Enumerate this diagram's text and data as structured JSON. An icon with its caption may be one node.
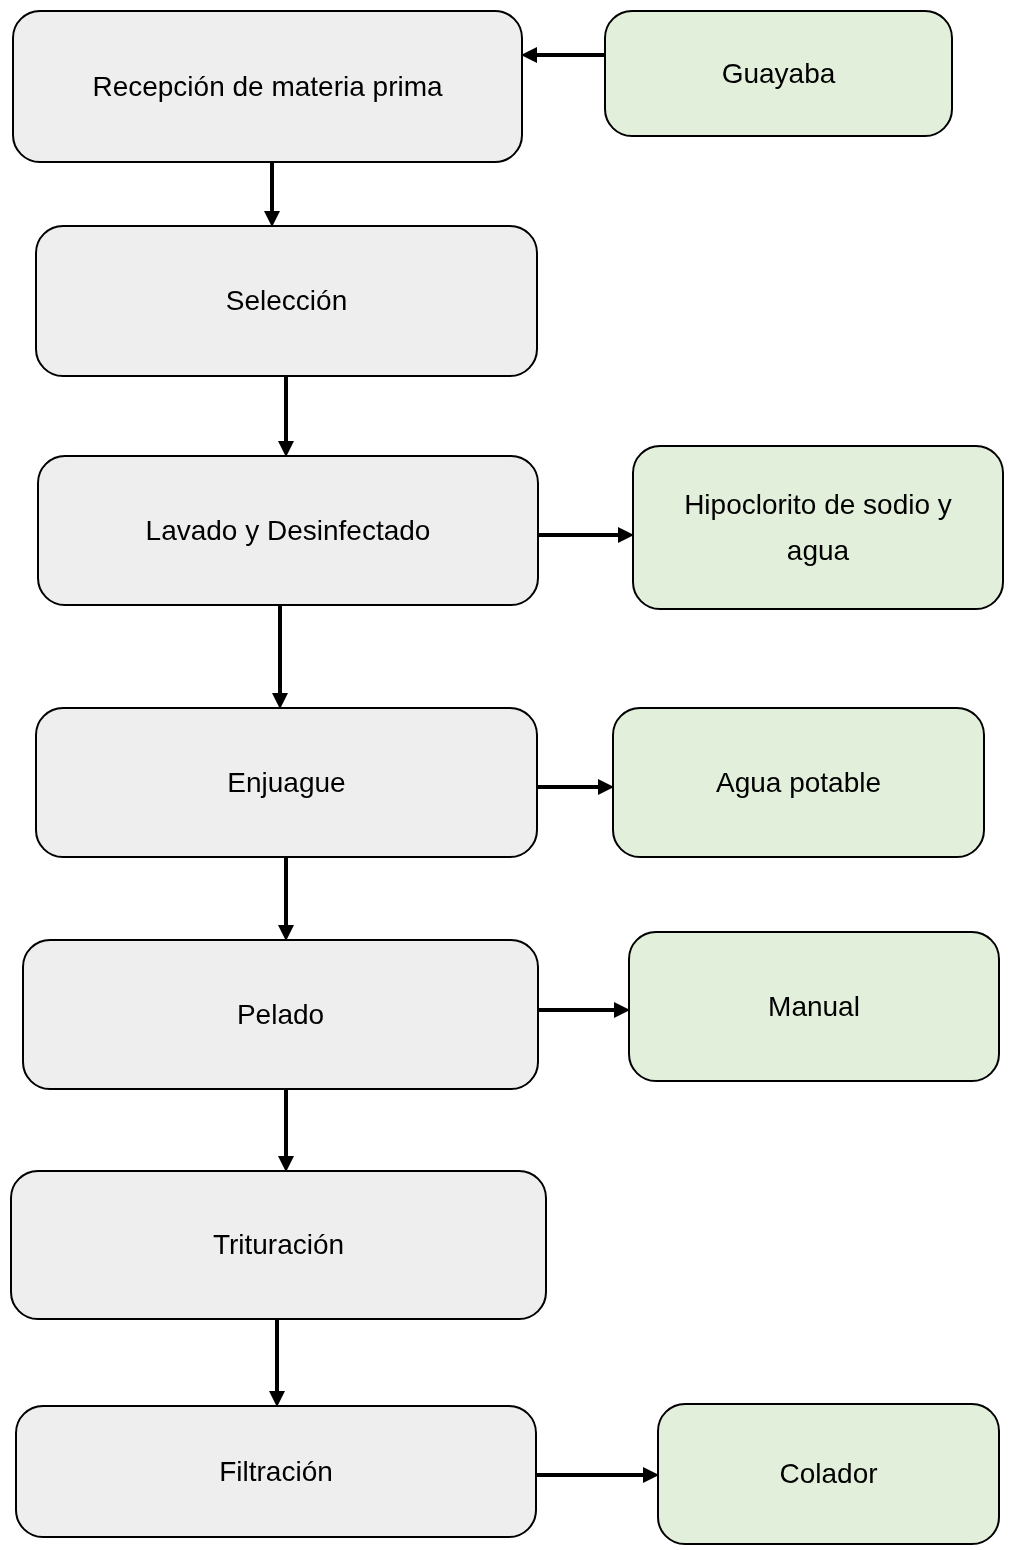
{
  "diagram": {
    "nodes": [
      {
        "text": [
          "Recepción de materia prima"
        ]
      },
      {
        "text": [
          "Guayaba"
        ]
      },
      {
        "text": [
          "Selección"
        ]
      },
      {
        "text": [
          "Lavado y Desinfectado"
        ]
      },
      {
        "text": [
          "Hipoclorito de sodio y agua"
        ]
      },
      {
        "text": [
          "Enjuague"
        ]
      },
      {
        "text": [
          "Agua potable"
        ]
      },
      {
        "text": [
          "Pelado"
        ]
      },
      {
        "text": [
          "Manual"
        ]
      },
      {
        "text": [
          "Trituración"
        ]
      },
      {
        "text": [
          "Filtración"
        ]
      },
      {
        "text": [
          "Colador"
        ]
      }
    ],
    "edges": [
      {
        "from": 1,
        "to": 0,
        "arrow": "to"
      },
      {
        "from": 0,
        "to": 2,
        "arrow": "to"
      },
      {
        "from": 2,
        "to": 3,
        "arrow": "to"
      },
      {
        "from": 3,
        "to": 4,
        "arrow": "to"
      },
      {
        "from": 3,
        "to": 5,
        "arrow": "to"
      },
      {
        "from": 5,
        "to": 6,
        "arrow": "to"
      },
      {
        "from": 5,
        "to": 7,
        "arrow": "to"
      },
      {
        "from": 7,
        "to": 8,
        "arrow": "to"
      },
      {
        "from": 7,
        "to": 9,
        "arrow": "to"
      },
      {
        "from": 9,
        "to": 10,
        "arrow": "to"
      },
      {
        "from": 10,
        "to": 11,
        "arrow": "to"
      }
    ]
  }
}
